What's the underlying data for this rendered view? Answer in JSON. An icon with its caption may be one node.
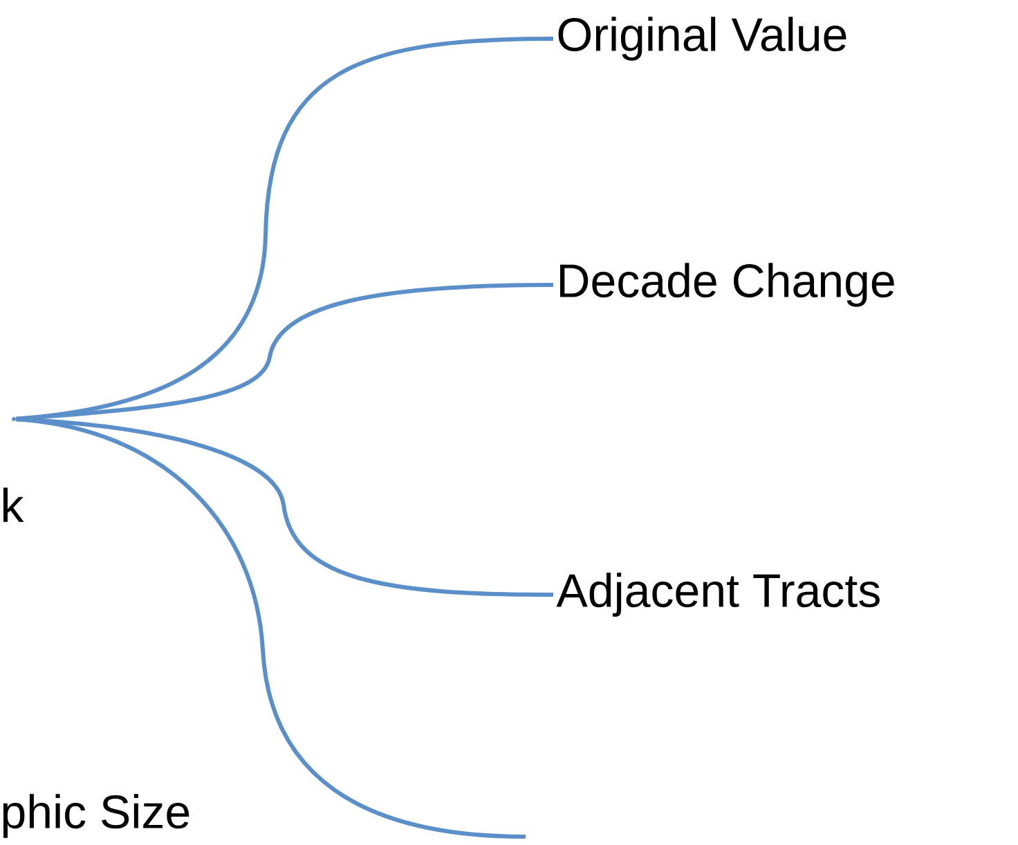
{
  "diagram": {
    "nodes": [
      {
        "text": [],
        "shape": "point"
      },
      {
        "text": [
          "Original Value"
        ]
      },
      {
        "text": [
          "Decade Change"
        ]
      },
      {
        "text": [
          "Adjacent Tracts"
        ]
      }
    ],
    "edges": [
      {
        "from": 0,
        "to": 1,
        "arrow": "none"
      },
      {
        "from": 0,
        "to": 2,
        "arrow": "none"
      },
      {
        "from": 0,
        "to": 3,
        "arrow": "none"
      },
      {
        "from": 0,
        "to": null,
        "arrow": "none"
      }
    ],
    "labels": [
      "k",
      "phic Size"
    ]
  }
}
